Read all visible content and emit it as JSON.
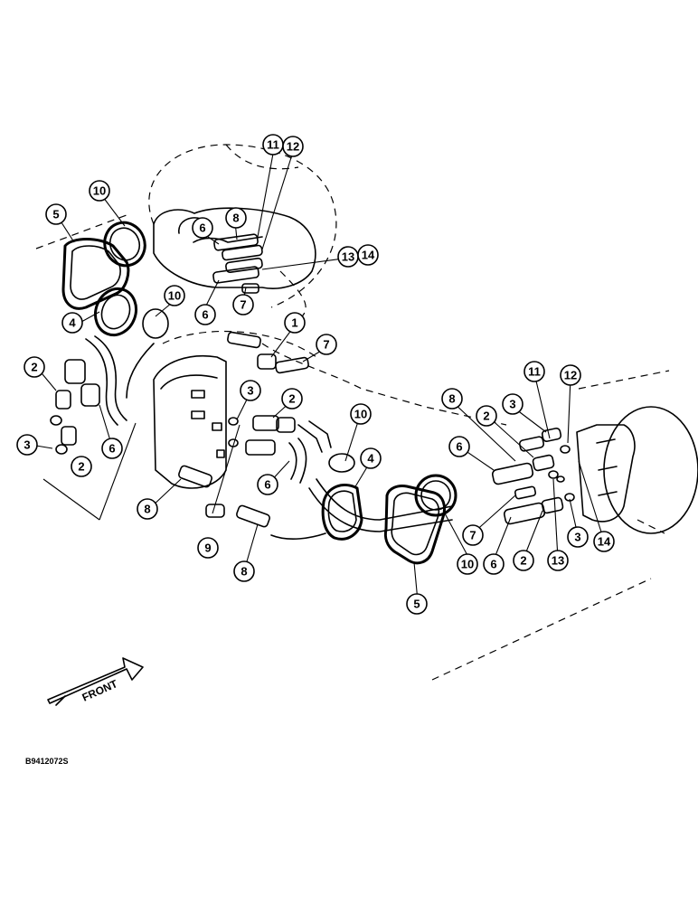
{
  "figure_code": "B9412072S",
  "front_label": "FRONT",
  "callouts": [
    "1",
    "2",
    "2",
    "2",
    "2",
    "2",
    "3",
    "3",
    "3",
    "3",
    "4",
    "4",
    "5",
    "5",
    "6",
    "6",
    "6",
    "6",
    "6",
    "6",
    "7",
    "7",
    "7",
    "8",
    "8",
    "8",
    "8",
    "9",
    "10",
    "10",
    "10",
    "10",
    "11",
    "11",
    "12",
    "12",
    "13",
    "13",
    "14",
    "14"
  ]
}
